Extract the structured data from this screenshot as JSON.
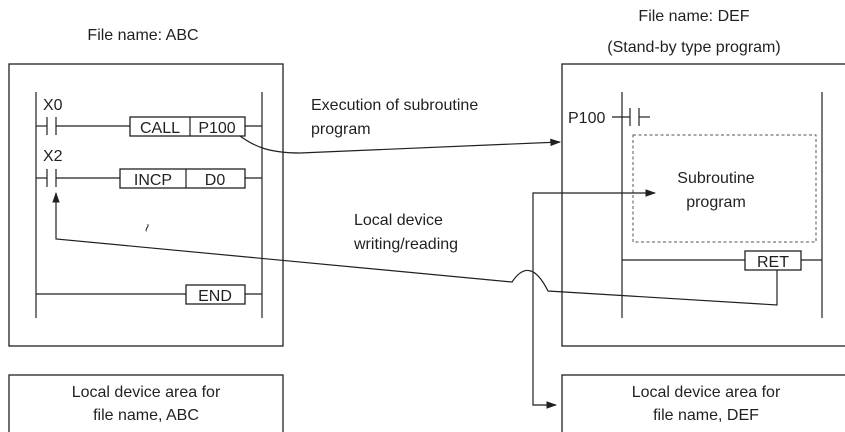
{
  "left_file": {
    "title": "File name: ABC",
    "rungs": [
      {
        "contact": "X0",
        "instr": "CALL",
        "operand": "P100"
      },
      {
        "contact": "X2",
        "instr": "INCP",
        "operand": "D0"
      }
    ],
    "ellipsis": "~",
    "end_label": "END",
    "local_area": [
      "Local device area for",
      "file name, ABC"
    ]
  },
  "right_file": {
    "title_lines": [
      "File name: DEF",
      "(Stand-by type program)"
    ],
    "pointer": "P100",
    "subroutine": [
      "Subroutine",
      "program"
    ],
    "ret_label": "RET",
    "local_area": [
      "Local device area for",
      "file name, DEF"
    ]
  },
  "annotations": {
    "execution": [
      "Execution of subroutine",
      "program"
    ],
    "local_device": [
      "Local device",
      "writing/reading"
    ]
  }
}
